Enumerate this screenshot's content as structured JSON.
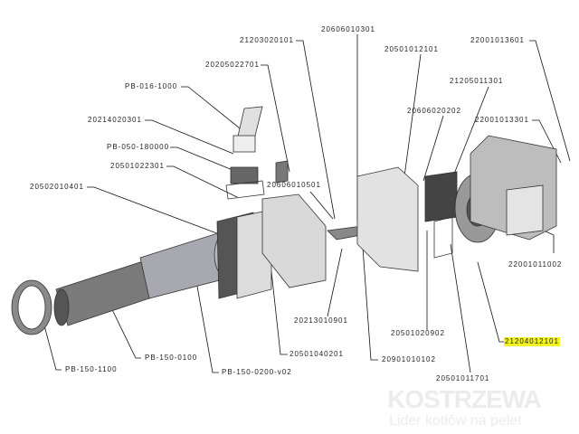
{
  "diagram": {
    "part_labels": {
      "p21203020101": "21203020101",
      "p20606010301": "20606010301",
      "p20501012101": "20501012101",
      "p22001013601": "22001013601",
      "p20205022701": "20205022701",
      "pPB0161000": "PB-016-1000",
      "p21205011301": "21205011301",
      "p20214020301": "20214020301",
      "p20606020202": "20606020202",
      "p22001013301": "22001013301",
      "pPB050180000": "PB-050-180000",
      "p20501022301": "20501022301",
      "p20606010501": "20606010501",
      "p20502010401": "20502010401",
      "p22001011002": "22001011002",
      "p20213010901": "20213010901",
      "p20501020902": "20501020902",
      "p21204012101": "21204012101",
      "p20501040201": "20501040201",
      "pPB1500100": "PB-150-0100",
      "p20901010102": "20901010102",
      "pPB1501100": "PB-150-1100",
      "pPB1500200v02": "PB-150-0200-v02",
      "p20501011701": "20501011701"
    },
    "highlight_color": "#f3f320"
  },
  "watermark": {
    "brand": "KOSTRZEWA",
    "tagline": "Lider kotłów na pelet"
  }
}
